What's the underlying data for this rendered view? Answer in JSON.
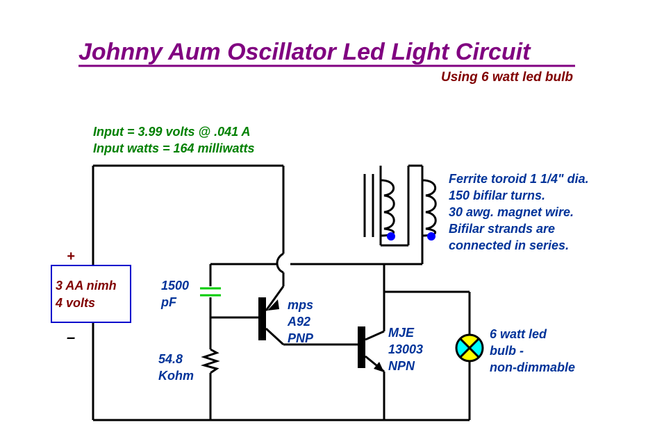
{
  "title": "Johnny Aum Oscillator Led Light Circuit",
  "subtitle": "Using 6 watt led bulb",
  "input": {
    "line1": "Input = 3.99 volts @ .041 A",
    "line2": "Input watts = 164 milliwatts"
  },
  "battery": {
    "plus": "+",
    "minus": "–",
    "line1": "3 AA nimh",
    "line2": "4 volts"
  },
  "toroid": {
    "line1": "Ferrite toroid 1 1/4\" dia.",
    "line2": "150 bifilar turns.",
    "line3": "30 awg. magnet wire.",
    "line4": "Bifilar strands are",
    "line5": "connected in series."
  },
  "capacitor": {
    "line1": "1500",
    "line2": "pF"
  },
  "resistor": {
    "line1": "54.8",
    "line2": "Kohm"
  },
  "pnp": {
    "line1": "mps",
    "line2": "A92",
    "line3": "PNP"
  },
  "npn": {
    "line1": "MJE",
    "line2": "13003",
    "line3": "NPN"
  },
  "led": {
    "line1": "6 watt led",
    "line2": "bulb -",
    "line3": "non-dimmable"
  },
  "colors": {
    "title": "#800080",
    "subtitle": "#800000",
    "input_text": "#008000",
    "blue_text": "#003399",
    "battery_text": "#800000",
    "battery_border": "#0000cc",
    "capacitor": "#00cc00",
    "dot": "#0000ff",
    "led_fill_a": "#ffff00",
    "led_fill_b": "#00ffff"
  }
}
